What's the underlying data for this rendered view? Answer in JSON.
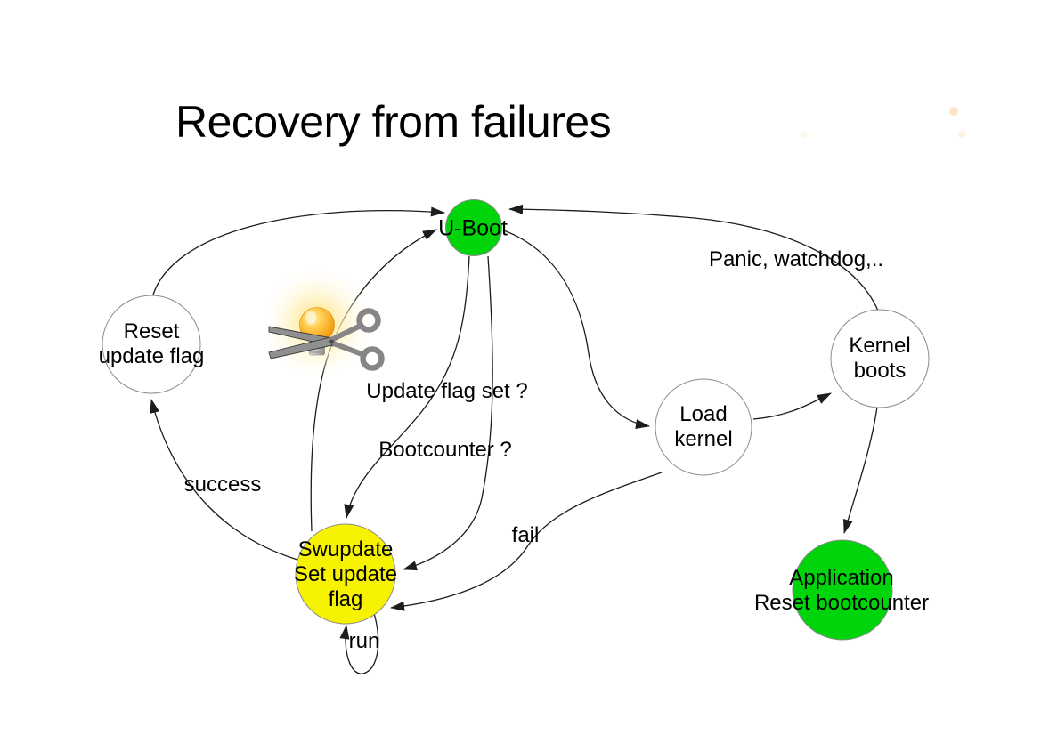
{
  "title": "Recovery from failures",
  "colors": {
    "node_green": "#00d40a",
    "node_yellow": "#f6f200",
    "node_white": "#ffffff",
    "node_border": "#8a8a8a",
    "edge": "#1c1c1c"
  },
  "nodes": {
    "uboot": {
      "label": "U-Boot"
    },
    "reset": {
      "label": "Reset\nupdate flag"
    },
    "load_kernel": {
      "label": "Load\nkernel"
    },
    "kernel_boots": {
      "label": "Kernel\nboots"
    },
    "swupdate": {
      "label": "Swupdate\nSet update\nflag"
    },
    "application": {
      "label": "Application\nReset bootcounter"
    }
  },
  "edge_labels": {
    "panic": "Panic, watchdog,..",
    "update_flag": "Update flag set ?",
    "bootcounter": "Bootcounter ?",
    "success": "success",
    "fail": "fail",
    "run": "run"
  },
  "icons": {
    "power_cut": "scissors-icon",
    "idea": "glowing-bulb-icon"
  }
}
